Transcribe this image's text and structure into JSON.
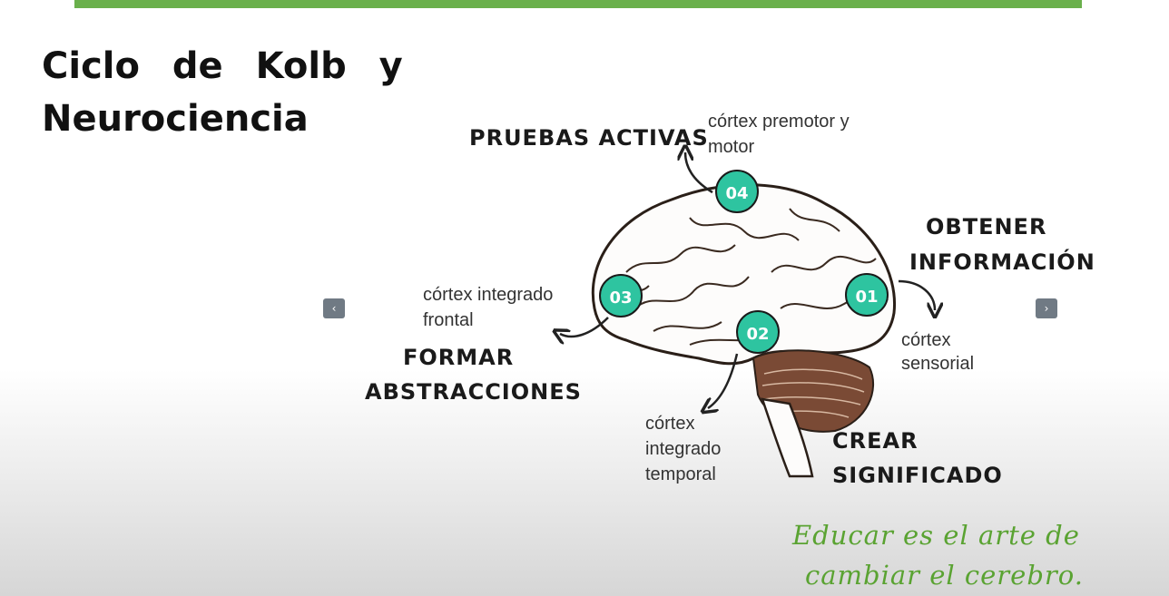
{
  "slide": {
    "title_line1": "Ciclo de Kolb y",
    "title_line2": "Neurociencia",
    "nav": {
      "prev": "‹",
      "next": "›"
    },
    "colors": {
      "accent_green": "#6ab04c",
      "badge_teal": "#2ec4a0",
      "quote_green": "#5aa332"
    },
    "steps": [
      {
        "number": "01",
        "action_line1": "OBTENER",
        "action_line2": "INFORMACIÓN",
        "region_line1": "córtex",
        "region_line2": "sensorial"
      },
      {
        "number": "02",
        "action_line1": "CREAR",
        "action_line2": "SIGNIFICADO",
        "region_line1": "córtex",
        "region_line2": "integrado",
        "region_line3": "temporal"
      },
      {
        "number": "03",
        "action_line1": "FORMAR",
        "action_line2": "ABSTRACCIONES",
        "region_line1": "córtex integrado",
        "region_line2": "frontal"
      },
      {
        "number": "04",
        "action_line1": "PRUEBAS ACTIVAS",
        "region_line1": "córtex premotor y",
        "region_line2": "motor"
      }
    ],
    "quote_line1": "Educar es el arte de",
    "quote_line2": "cambiar el cerebro."
  }
}
